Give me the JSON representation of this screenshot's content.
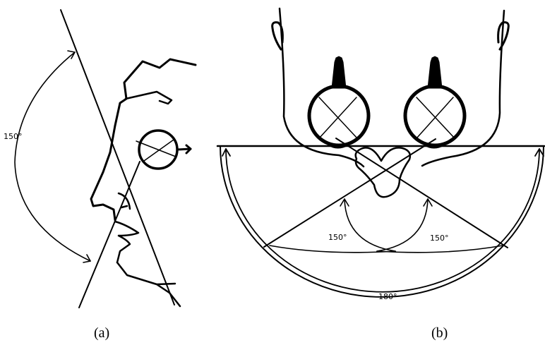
{
  "figure": {
    "panel_a": {
      "caption": "(a)",
      "angle_label": "150°"
    },
    "panel_b": {
      "caption": "(b)",
      "left_angle_label": "150°",
      "right_angle_label": "150°",
      "bottom_angle_label": "180°"
    }
  },
  "colors": {
    "ink": "#000000",
    "background": "#ffffff"
  }
}
